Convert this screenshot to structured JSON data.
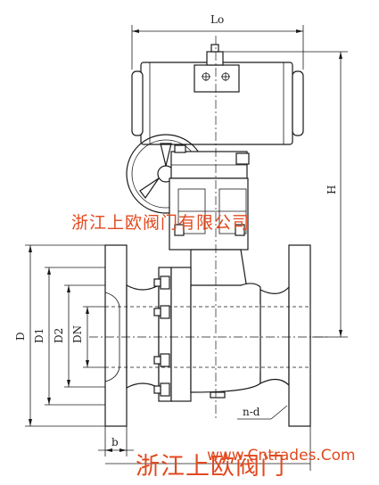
{
  "dimensions": {
    "L0": "Lo",
    "H": "H",
    "D": "D",
    "D1": "D1",
    "D2": "D2",
    "DN": "DN",
    "b": "b",
    "n_d": "n-d"
  },
  "watermarks": {
    "company": "浙江上欧阀门有限公司",
    "website": "www.Cntrades.Com",
    "brand": "浙江上欧阀门"
  },
  "colors": {
    "watermark": "#e2491f",
    "line": "#1a1a1a"
  }
}
